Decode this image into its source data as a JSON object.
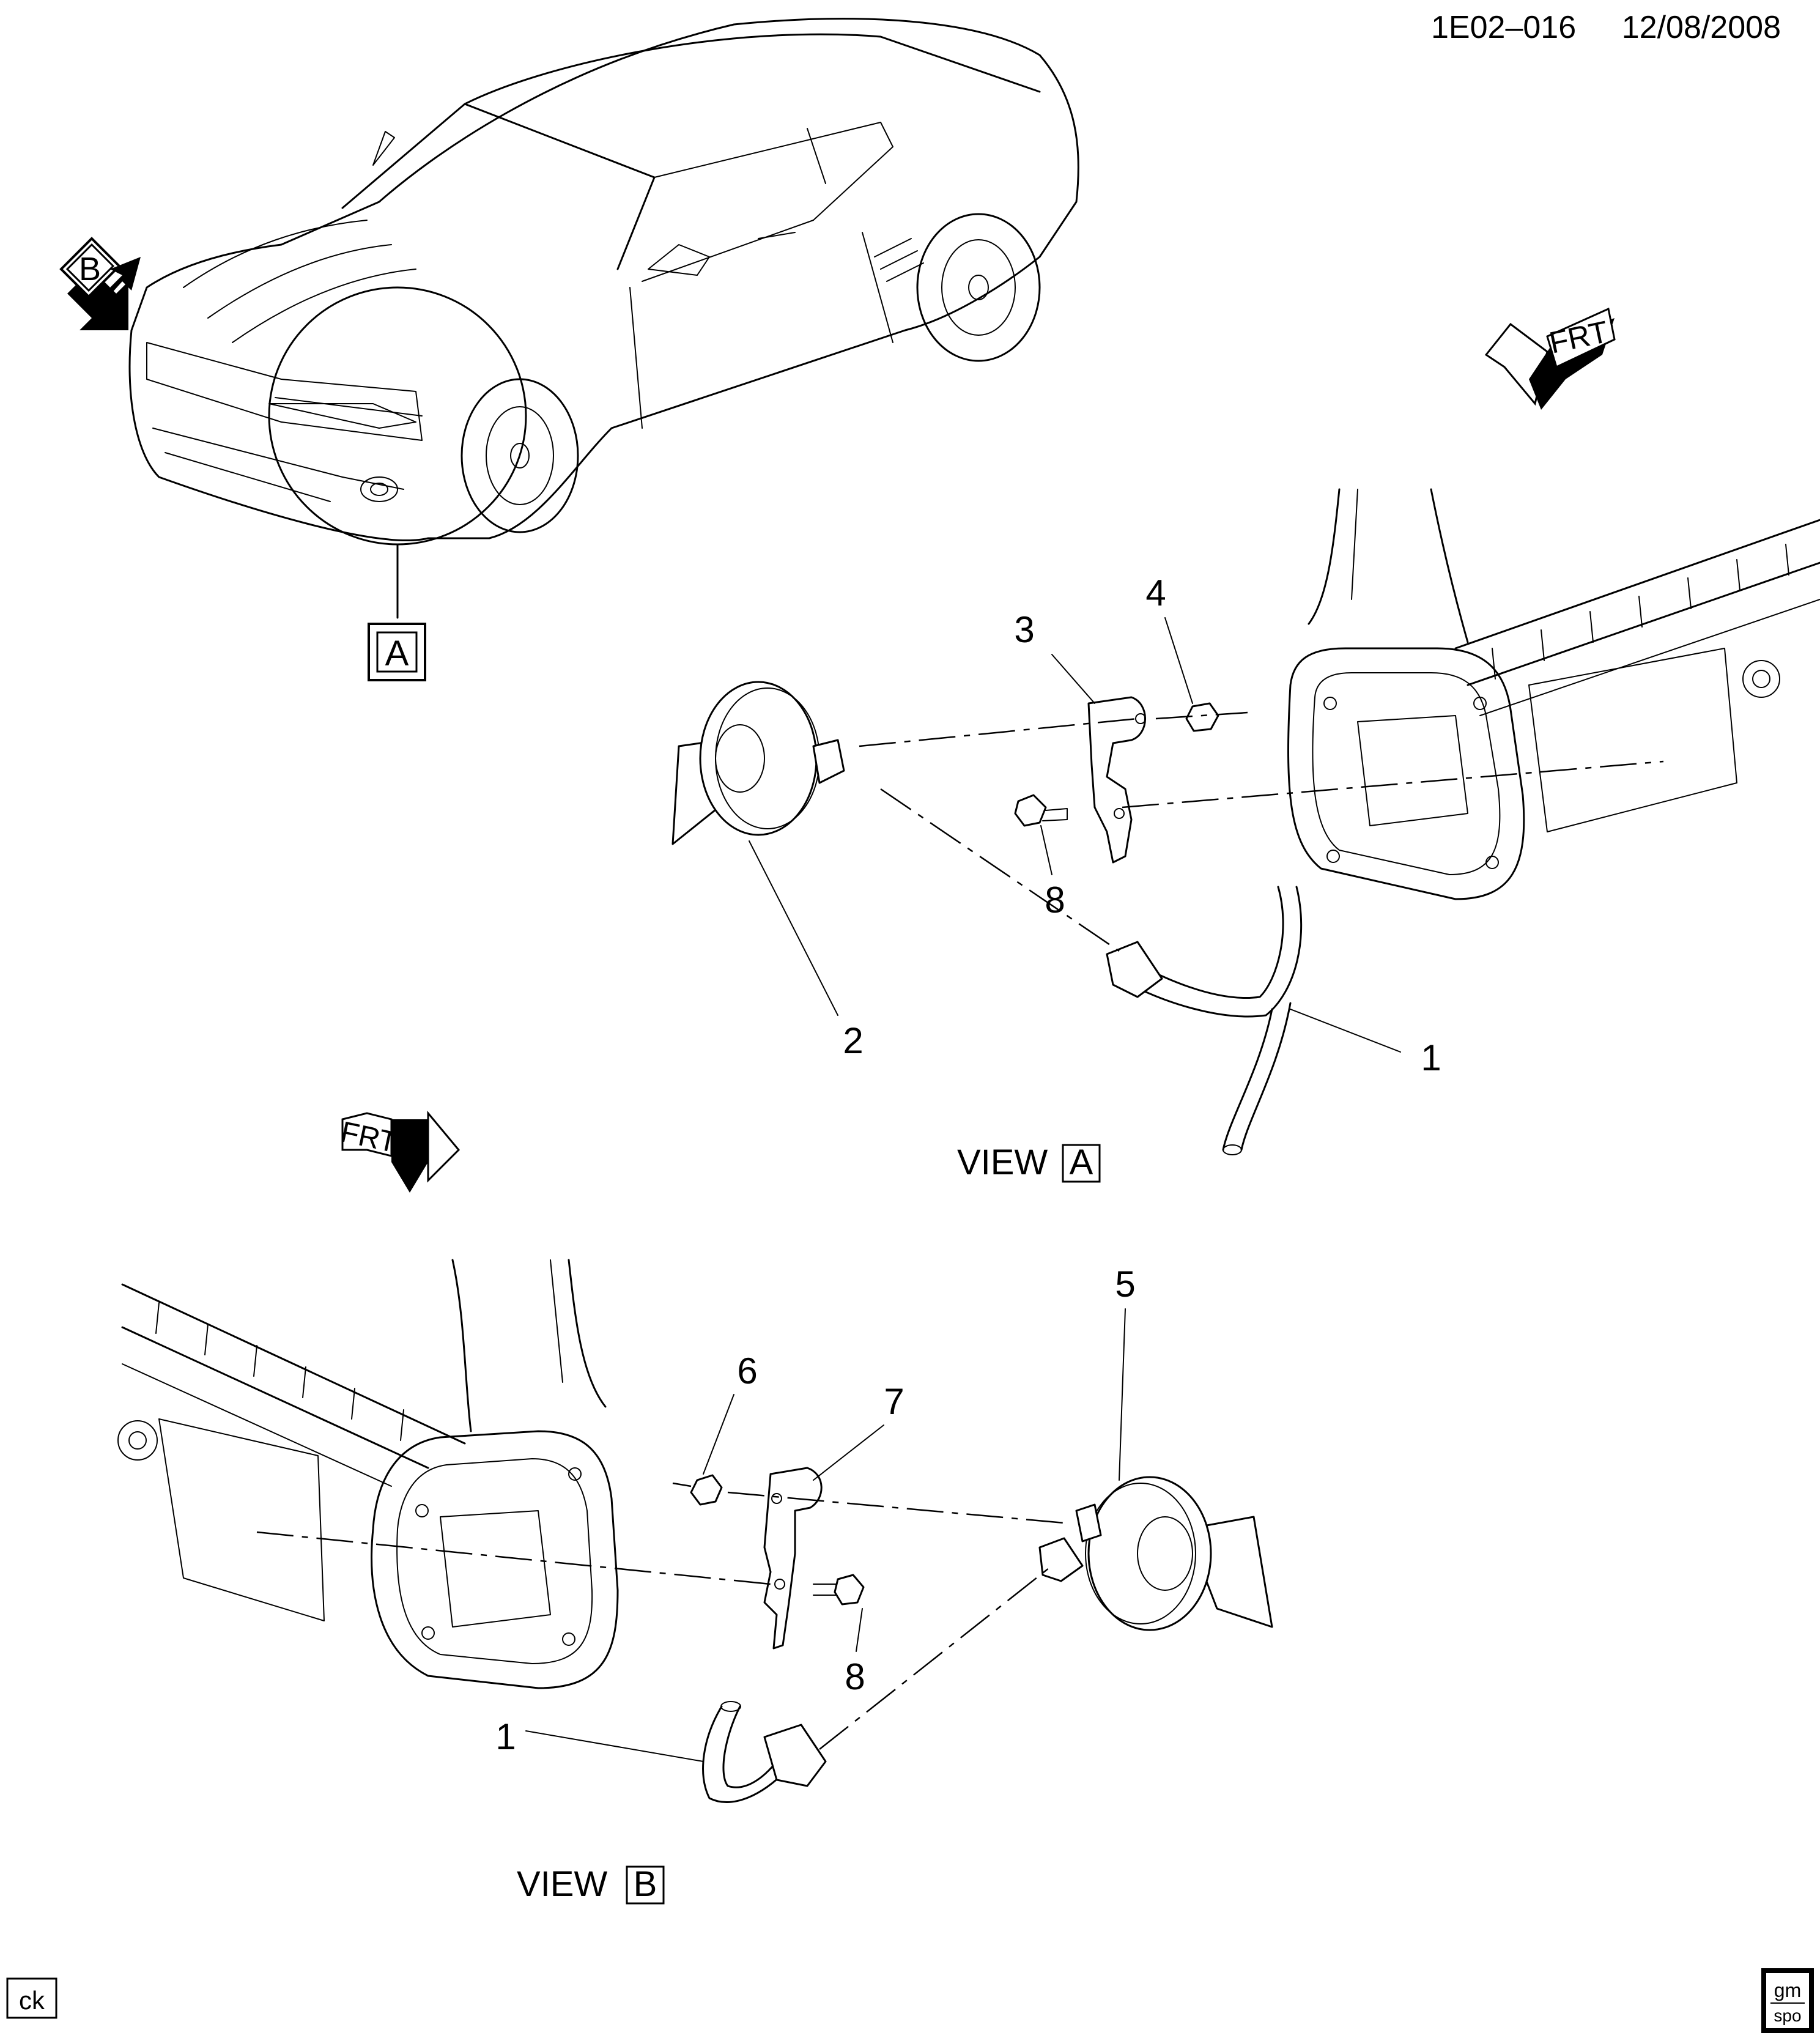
{
  "header": {
    "diagram_code": "1E02–016",
    "date": "12/08/2008"
  },
  "view_a": {
    "label": "VIEW",
    "letter": "A",
    "callouts": [
      "1",
      "2",
      "3",
      "4",
      "8"
    ]
  },
  "view_b": {
    "label": "VIEW",
    "letter": "B",
    "callouts": [
      "1",
      "5",
      "6",
      "7",
      "8"
    ]
  },
  "vehicle": {
    "view_a_marker": "A",
    "view_b_marker": "B"
  },
  "frt_arrow_top": {
    "text": "FRT"
  },
  "frt_arrow_left": {
    "text": "FRT"
  },
  "footer": {
    "initials": "ck",
    "logo_top": "gm",
    "logo_bottom": "spo"
  },
  "colors": {
    "line": "#000000",
    "background": "#ffffff",
    "arrow_fill": "#000000"
  }
}
